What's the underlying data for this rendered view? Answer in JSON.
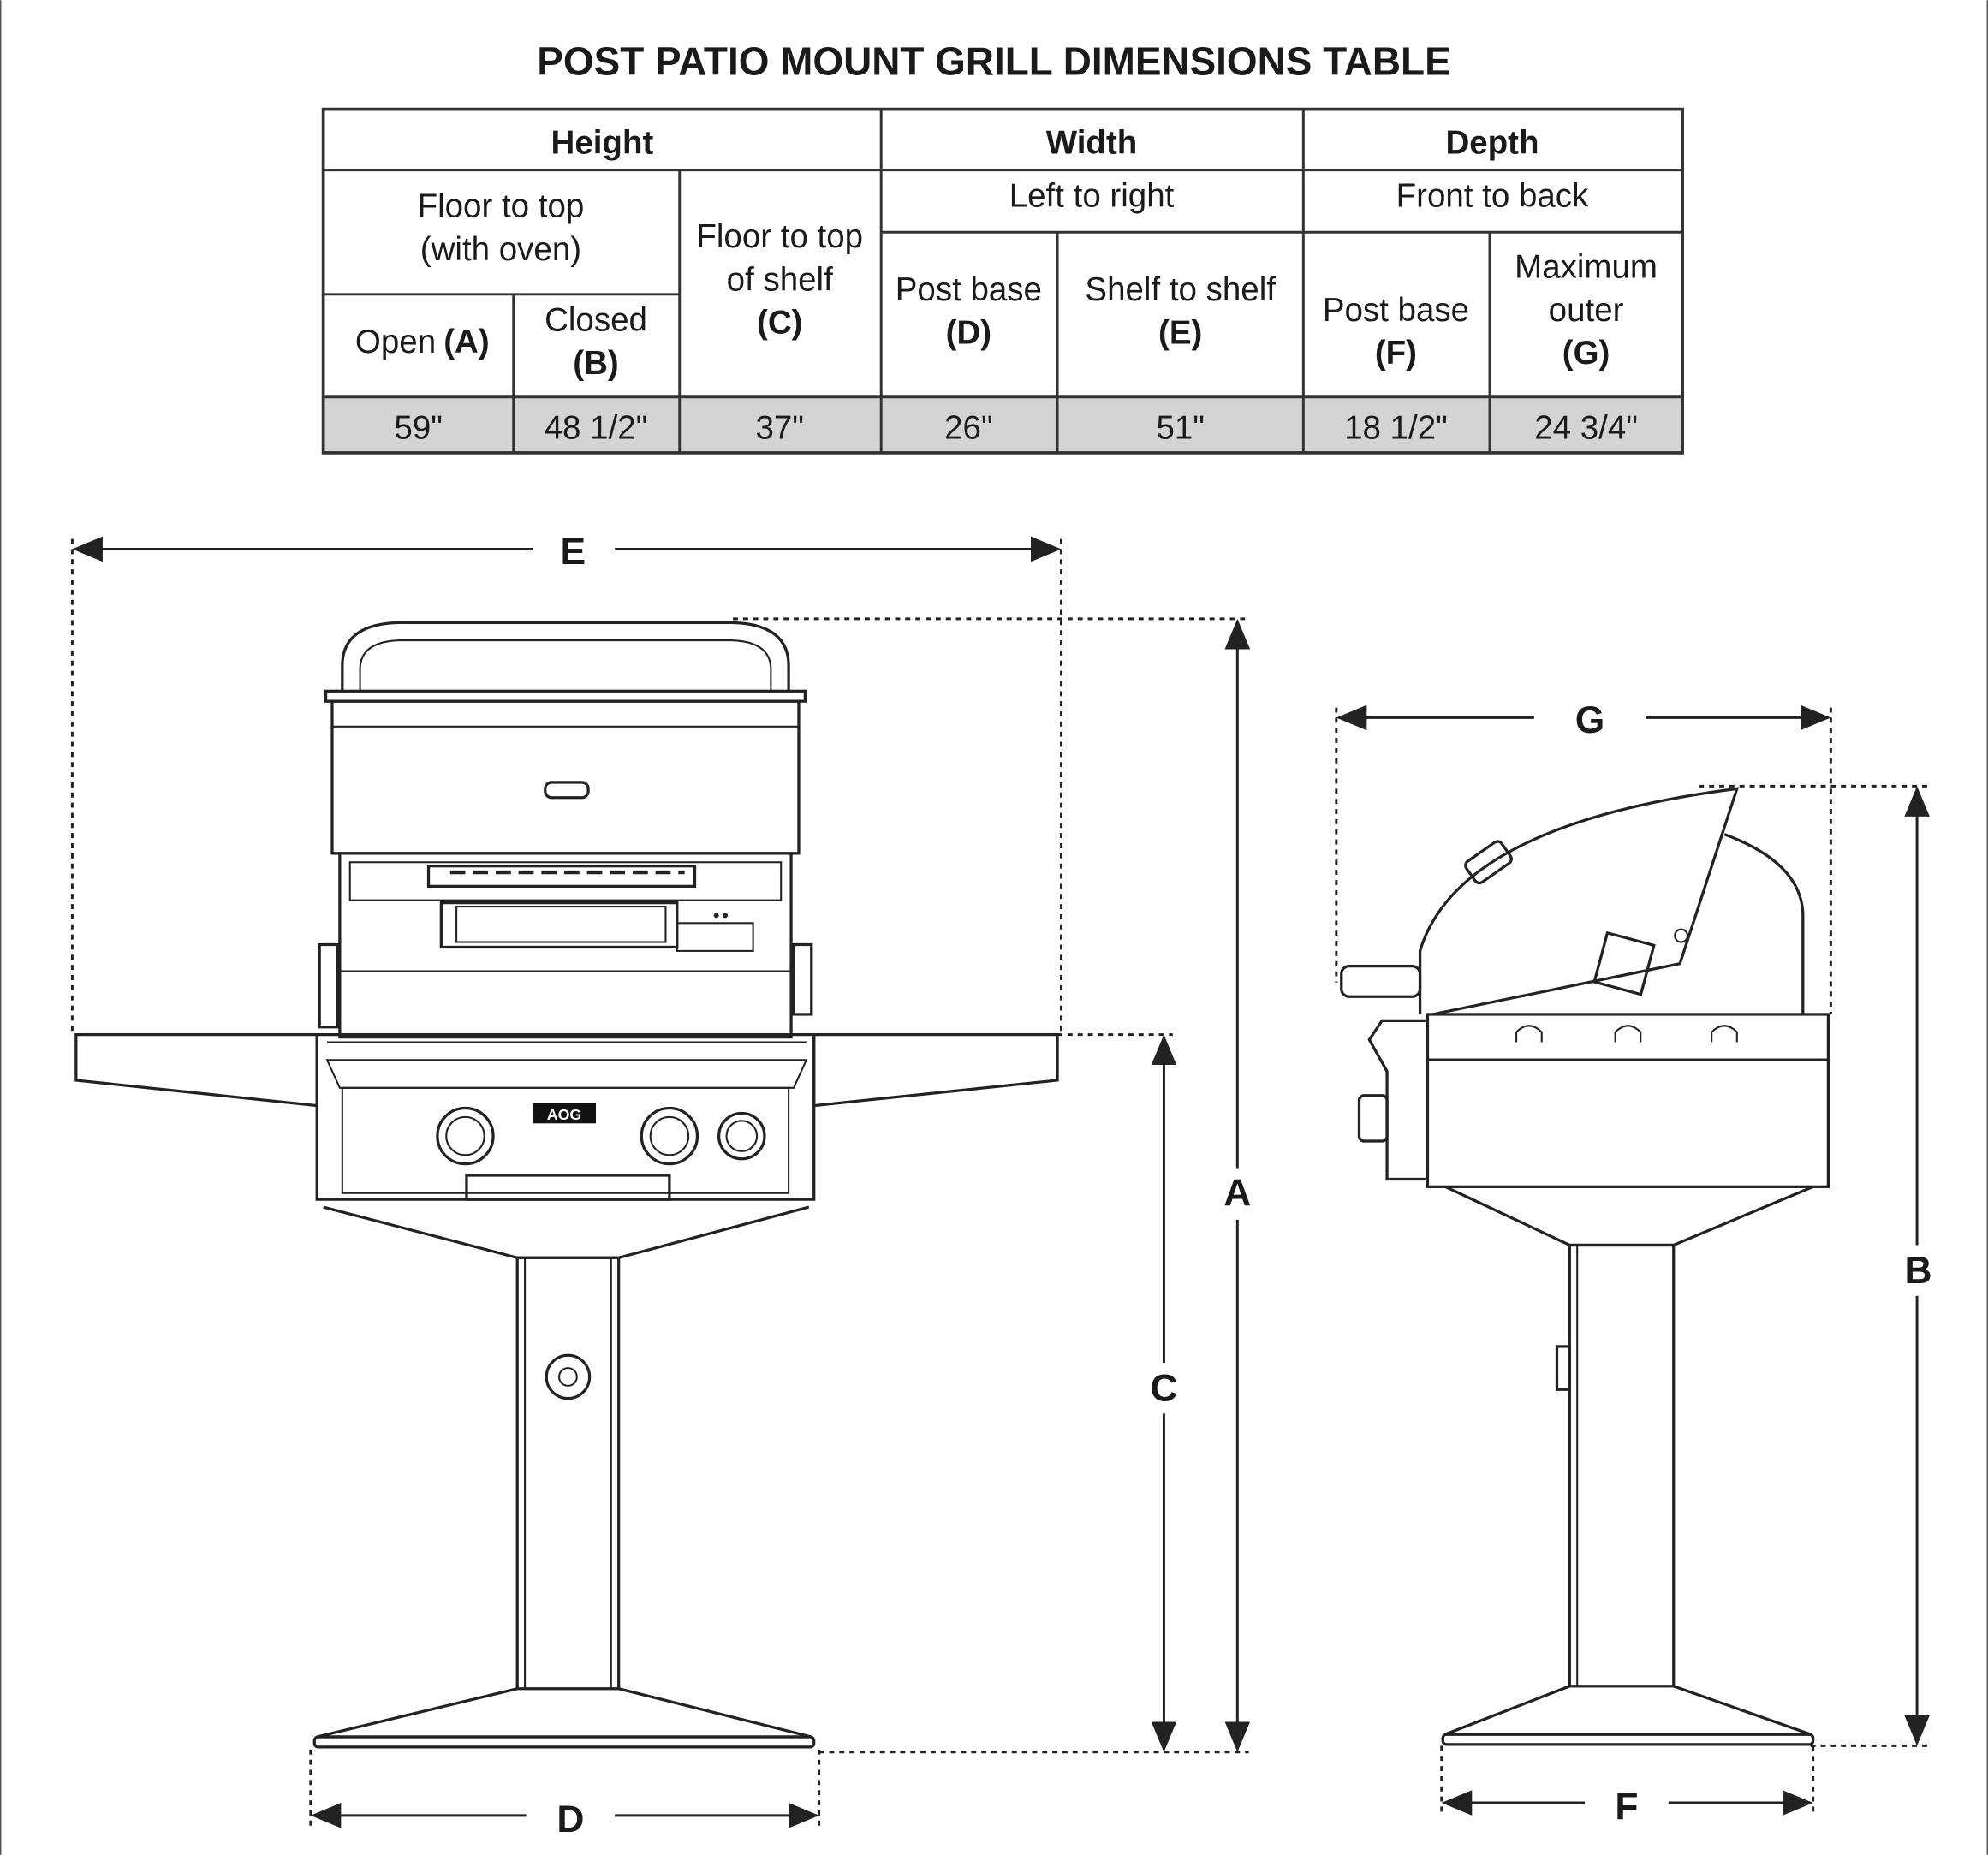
{
  "title": "POST PATIO MOUNT GRILL DIMENSIONS TABLE",
  "table": {
    "groups": [
      "Height",
      "Width",
      "Depth"
    ],
    "height": {
      "floor_to_top_line1": "Floor to top",
      "floor_to_top_line2": "(with oven)",
      "open_label": "Open",
      "open_code": "(A)",
      "closed_label": "Closed",
      "closed_code": "(B)",
      "shelf_line1": "Floor to top",
      "shelf_line2": "of shelf",
      "shelf_code": "(C)"
    },
    "width": {
      "sub": "Left to right",
      "post_label": "Post base",
      "post_code": "(D)",
      "shelf_label": "Shelf to shelf",
      "shelf_code": "(E)"
    },
    "depth": {
      "sub": "Front to back",
      "post_label": "Post base",
      "post_code": "(F)",
      "max_line1": "Maximum",
      "max_line2": "outer",
      "max_code": "(G)"
    },
    "values": [
      "59\"",
      "48 1/2\"",
      "37\"",
      "26\"",
      "51\"",
      "18 1/2\"",
      "24 3/4\""
    ],
    "value_row_color": "#d4d4d4"
  },
  "dimensions": {
    "A": "A",
    "B": "B",
    "C": "C",
    "D": "D",
    "E": "E",
    "F": "F",
    "G": "G"
  },
  "logo": "AOG"
}
